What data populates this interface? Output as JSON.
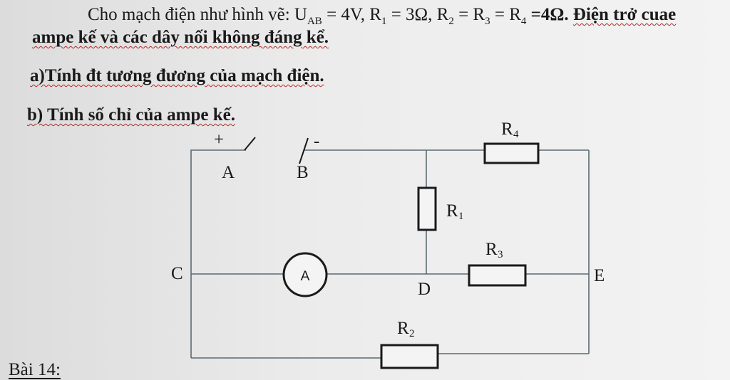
{
  "problem": {
    "line1": {
      "intro": "Cho mạch điện như hình vẽ:",
      "u_sym": "U",
      "u_sub": "AB",
      "u_val": " = 4V, ",
      "r1_sym": "R",
      "r1_sub": "1",
      "r1_val": " = 3Ω, ",
      "r2_sym": "R",
      "r2_sub": "2",
      "eq1": " = ",
      "r3_sym": "R",
      "r3_sub": "3",
      "eq2": " = ",
      "r4_sym": "R",
      "r4_sub": "4",
      "r4_val": " =4Ω. ",
      "tail": "Điện trở cuae"
    },
    "line2": "ampe kế và các dây nối không đáng kể.",
    "part_a": "a)Tính đt tương đương của mạch điện.",
    "part_b": "b) Tính số chỉ của ampe kế."
  },
  "circuit": {
    "terminal_plus": "+",
    "terminal_minus": "-",
    "node_a": "A",
    "node_b": "B",
    "node_c": "C",
    "node_d": "D",
    "node_e": "E",
    "ammeter": "A",
    "r1": {
      "sym": "R",
      "sub": "1"
    },
    "r2": {
      "sym": "R",
      "sub": "2"
    },
    "r3": {
      "sym": "R",
      "sub": "3"
    },
    "r4": {
      "sym": "R",
      "sub": "4"
    }
  },
  "next_problem": "Bài 14:",
  "colors": {
    "ink": "#1a1a1a",
    "wire": "#5a6a73",
    "spellcheck": "#b12a2a"
  }
}
